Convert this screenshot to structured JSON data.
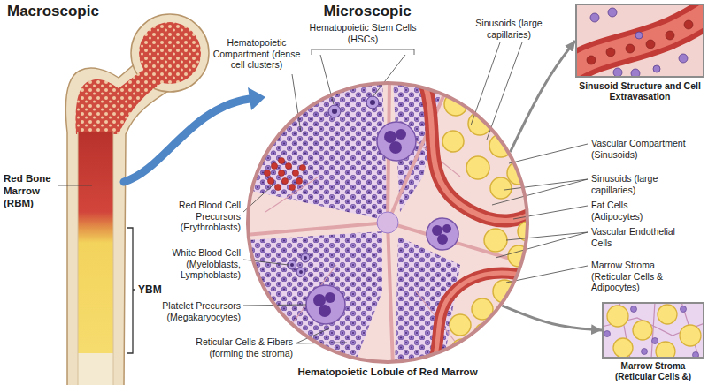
{
  "diagram": {
    "nodes": [
      {
        "text": [
          "Hematopoietic Lobule of Red Marrow"
        ]
      },
      {
        "text": [
          "Sinusoid Structure and Cell Extravasation"
        ]
      },
      {
        "text": [
          "Marrow Stroma (Reticular Cells &)"
        ]
      }
    ],
    "edges": [
      {
        "from": 0,
        "to": 1,
        "arrow": "to"
      },
      {
        "from": 0,
        "to": 2,
        "arrow": "to"
      }
    ],
    "labels": [
      "Macroscopic",
      "Microscopic",
      "Red Bone Marrow (RBM)",
      "YBM",
      "Hematopoietic Stem Cells (HSCs)",
      "Hematopoietic Compartment (dense cell clusters)",
      "Sinusoids (large capillaries)",
      "Vascular Compartment (Sinusoids)",
      "Sinusoids (large capillaries)",
      "Fat Cells (Adipocytes)",
      "Vascular Endothelial Cells",
      "Marrow Stroma (Reticular Cells & Adipocytes)",
      "Red Blood Cell Precursors (Erythroblasts)",
      "White Blood Cell (Myeloblasts, Lymphoblasts)",
      "Platelet Precursors (Megakaryocytes)",
      "Reticular Cells & Fibers (forming the stroma)"
    ]
  }
}
